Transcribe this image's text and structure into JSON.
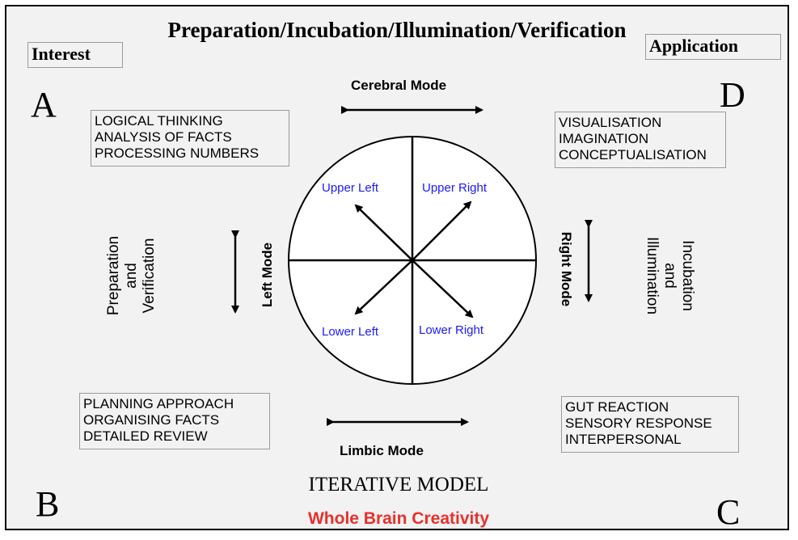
{
  "header": {
    "title": "Preparation/Incubation/Illumination/Verification",
    "interest_tag": "Interest",
    "application_tag": "Application"
  },
  "quadrants": {
    "a": {
      "letter": "A",
      "lines": [
        "LOGICAL THINKING",
        "ANALYSIS OF FACTS",
        "PROCESSING NUMBERS"
      ]
    },
    "b": {
      "letter": "B",
      "lines": [
        "PLANNING APPROACH",
        "ORGANISING FACTS",
        "DETAILED REVIEW"
      ]
    },
    "c": {
      "letter": "C",
      "lines": [
        "GUT REACTION",
        "SENSORY RESPONSE",
        "INTERPERSONAL"
      ]
    },
    "d": {
      "letter": "D",
      "lines": [
        "VISUALISATION",
        "IMAGINATION",
        "CONCEPTUALISATION"
      ]
    }
  },
  "modes": {
    "cerebral": "Cerebral Mode",
    "limbic": "Limbic Mode",
    "left": "Left Mode",
    "right": "Right  Mode"
  },
  "side_stages": {
    "left_line1": "Preparation",
    "left_line2": "and",
    "left_line3": "Verification",
    "right_line1": "Incubation",
    "right_line2": "and",
    "right_line3": "Illumination"
  },
  "circle_labels": {
    "upper_left": "Upper Left",
    "upper_right": "Upper Right",
    "lower_left": "Lower Left",
    "lower_right": "Lower Right"
  },
  "footer": {
    "model_title": "ITERATIVE MODEL",
    "subtitle": "Whole Brain Creativity"
  },
  "colors": {
    "background": "#f2f2f2",
    "quadrant_label": "#1a1aff",
    "subtitle": "#e8302c"
  }
}
